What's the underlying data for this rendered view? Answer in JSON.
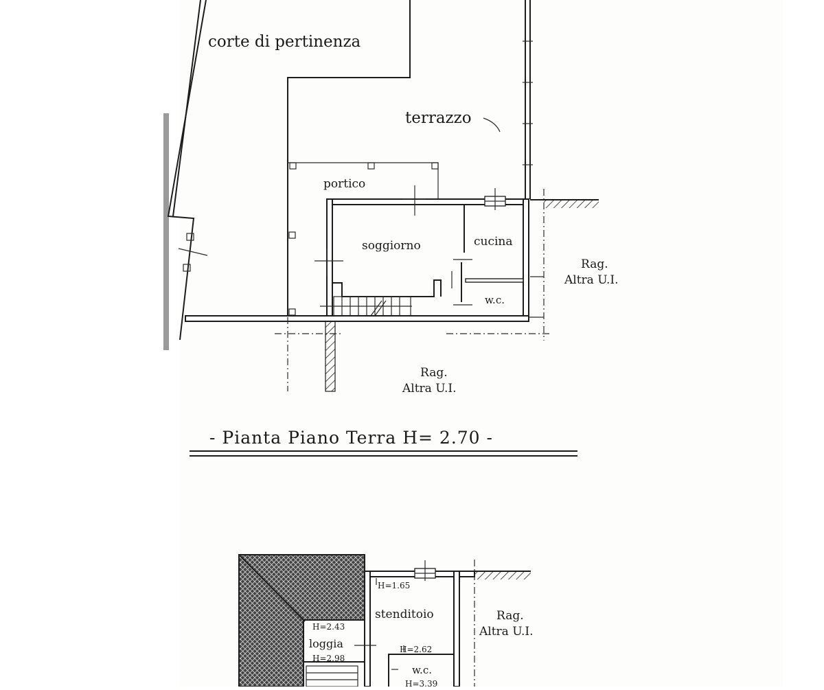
{
  "ground_floor": {
    "title": "- Pianta Piano Terra H= 2.70 -",
    "labels": {
      "court": "corte di pertinenza",
      "terrace": "terrazzo",
      "porch": "portico",
      "living": "soggiorno",
      "kitchen": "cucina",
      "wc": "w.c.",
      "neighbor_east_line1": "Rag.",
      "neighbor_east_line2": "Altra U.I.",
      "neighbor_south_line1": "Rag.",
      "neighbor_south_line2": "Altra U.I."
    }
  },
  "first_floor": {
    "labels": {
      "drying_room": "stenditoio",
      "loggia": "loggia",
      "wc": "w.c.",
      "neighbor_east_line1": "Rag.",
      "neighbor_east_line2": "Altra U.I."
    },
    "heights": {
      "h1": "H=1.65",
      "h2": "H=2.43",
      "h3": "H=2.98",
      "h4": "H=2.62",
      "h5": "H=3.39"
    }
  }
}
